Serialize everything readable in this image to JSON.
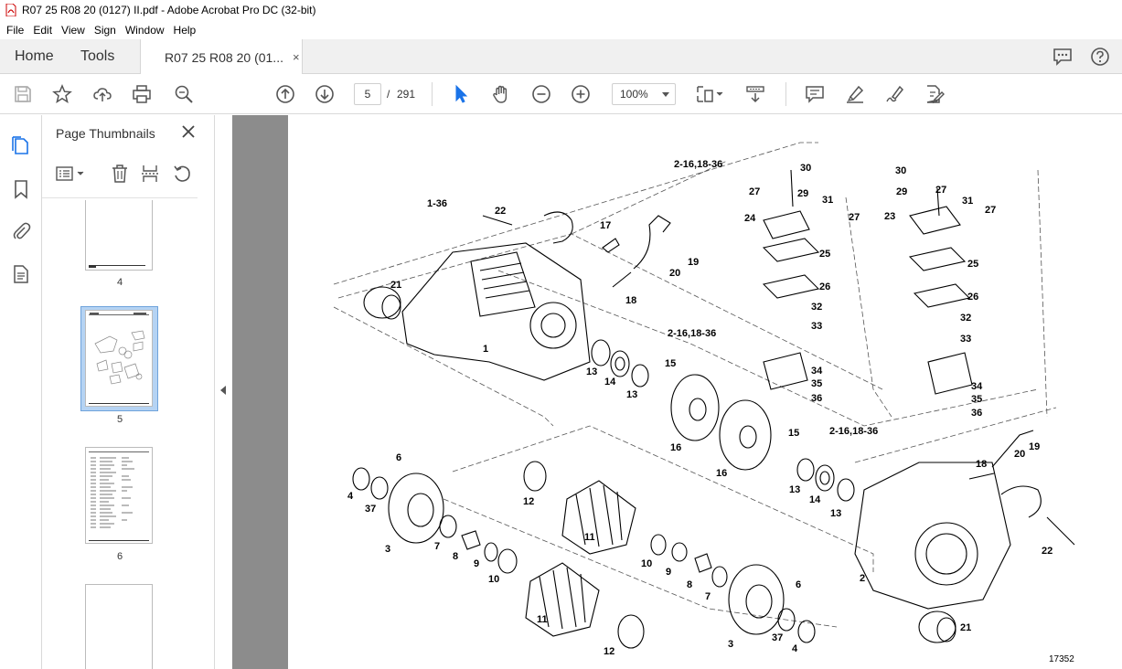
{
  "window": {
    "title": "R07 25 R08 20 (0127) II.pdf - Adobe Acrobat Pro DC (32-bit)"
  },
  "menu": {
    "items": [
      "File",
      "Edit",
      "View",
      "Sign",
      "Window",
      "Help"
    ]
  },
  "tabs": {
    "home": "Home",
    "tools": "Tools",
    "document": "R07 25 R08 20 (01...",
    "close": "×"
  },
  "toolbar": {
    "current_page": "5",
    "page_separator": "/",
    "total_pages": "291",
    "zoom": "100%"
  },
  "thumbnails": {
    "title": "Page Thumbnails",
    "pages": [
      {
        "label": "4"
      },
      {
        "label": "5"
      },
      {
        "label": "6"
      }
    ]
  },
  "document": {
    "drawing_number": "17352",
    "callouts": {
      "ref_1_36": "1-36",
      "ref_2_16_18_36_a": "2-16,18-36",
      "ref_2_16_18_36_b": "2-16,18-36",
      "ref_2_16_18_36_c": "2-16,18-36",
      "n1": "1",
      "n2": "2",
      "n3a": "3",
      "n3b": "3",
      "n4a": "4",
      "n4b": "4",
      "n6a": "6",
      "n6b": "6",
      "n7a": "7",
      "n7b": "7",
      "n8a": "8",
      "n8b": "8",
      "n9a": "9",
      "n9b": "9",
      "n10a": "10",
      "n10b": "10",
      "n11a": "11",
      "n11b": "11",
      "n12a": "12",
      "n12b": "12",
      "n13a": "13",
      "n13b": "13",
      "n13c": "13",
      "n13d": "13",
      "n14a": "14",
      "n14b": "14",
      "n15a": "15",
      "n15b": "15",
      "n16a": "16",
      "n16b": "16",
      "n17": "17",
      "n18a": "18",
      "n18b": "18",
      "n19a": "19",
      "n19b": "19",
      "n20a": "20",
      "n20b": "20",
      "n21a": "21",
      "n21b": "21",
      "n22a": "22",
      "n22b": "22",
      "n23": "23",
      "n24": "24",
      "n25a": "25",
      "n25b": "25",
      "n26a": "26",
      "n26b": "26",
      "n27a": "27",
      "n27b": "27",
      "n27c": "27",
      "n27d": "27",
      "n29a": "29",
      "n29b": "29",
      "n30a": "30",
      "n30b": "30",
      "n31a": "31",
      "n31b": "31",
      "n32a": "32",
      "n32b": "32",
      "n33a": "33",
      "n33b": "33",
      "n34a": "34",
      "n34b": "34",
      "n35a": "35",
      "n35b": "35",
      "n36a": "36",
      "n36b": "36",
      "n37a": "37",
      "n37b": "37"
    }
  }
}
